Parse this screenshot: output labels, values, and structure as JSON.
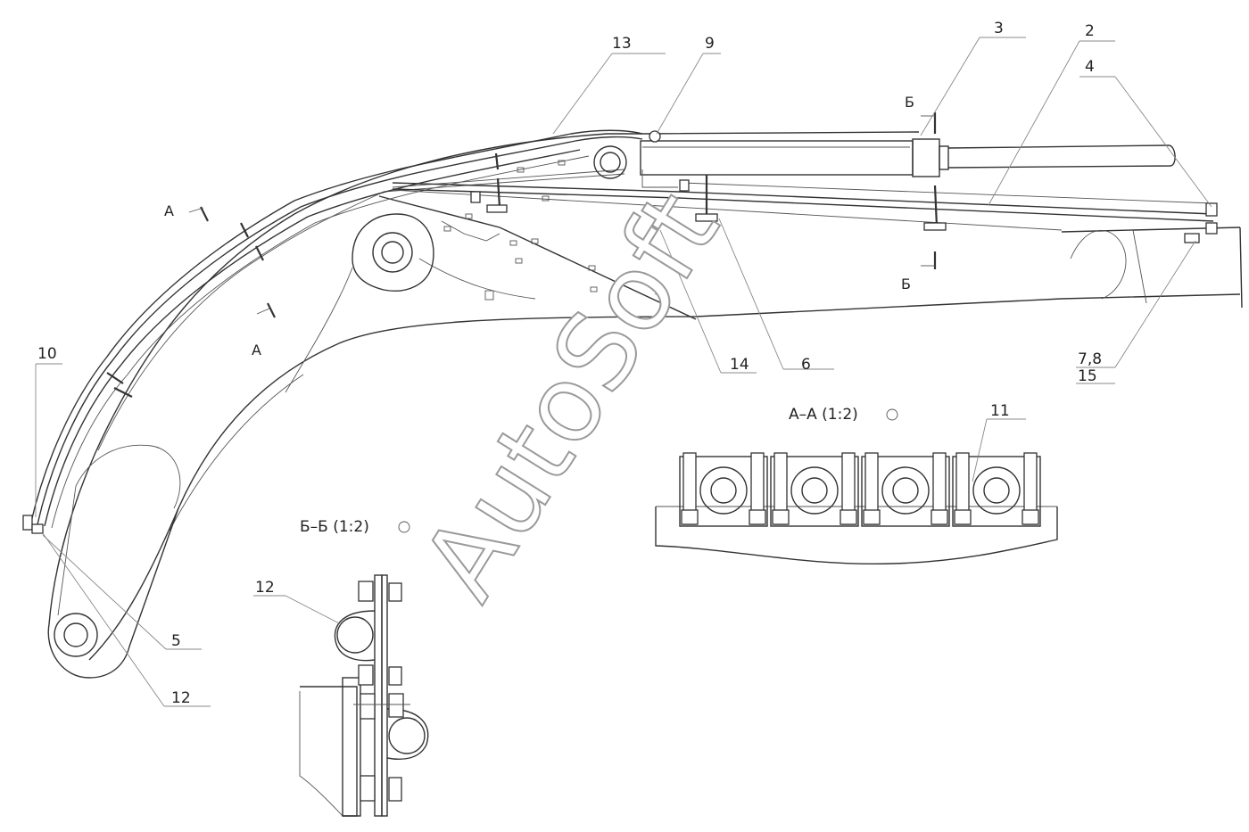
{
  "drawing": {
    "colors": {
      "line": "#333333",
      "leader": "#888888",
      "watermark_stroke": "#9a9a9a",
      "background": "#ffffff"
    },
    "watermark": "AutoSoft",
    "sections": {
      "aa_title": "А–А (1:2)",
      "bb_title": "Б–Б (1:2)",
      "cut_a": "А",
      "cut_b": "Б"
    },
    "callouts": [
      {
        "id": "c13",
        "label": "13"
      },
      {
        "id": "c9",
        "label": "9"
      },
      {
        "id": "c3",
        "label": "3"
      },
      {
        "id": "c2",
        "label": "2"
      },
      {
        "id": "c4",
        "label": "4"
      },
      {
        "id": "c10",
        "label": "10"
      },
      {
        "id": "c14",
        "label": "14"
      },
      {
        "id": "c6",
        "label": "6"
      },
      {
        "id": "c78",
        "label": "7,8"
      },
      {
        "id": "c15",
        "label": "15"
      },
      {
        "id": "c11",
        "label": "11"
      },
      {
        "id": "c12a",
        "label": "12"
      },
      {
        "id": "c5",
        "label": "5"
      },
      {
        "id": "c12b",
        "label": "12"
      }
    ]
  }
}
